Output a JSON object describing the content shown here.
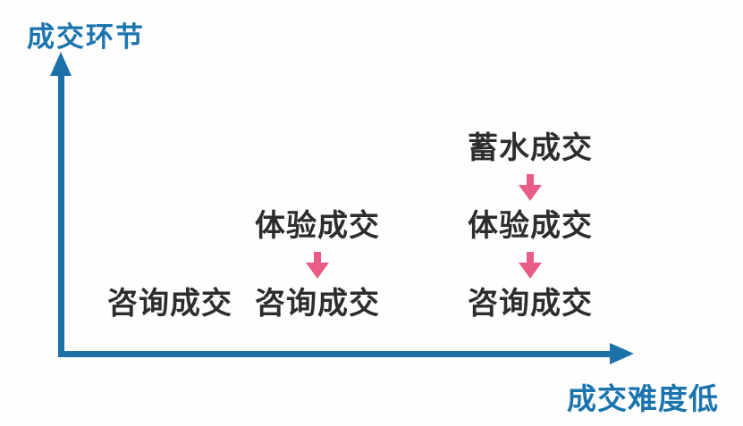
{
  "diagram": {
    "title_semantics": "transaction-funnel-axes-diagram",
    "y_axis": {
      "label": "成交环节"
    },
    "x_axis": {
      "label": "成交难度低"
    },
    "colors": {
      "axis_blue": "#1d71a9",
      "label_blue": "#1b74ad",
      "arrow_pink": "#e85c85",
      "text_dark": "#2d2d2d",
      "background": "#fefefe"
    },
    "icons": {
      "down_arrow": "down-arrow-icon",
      "y_axis_arrow": "up-arrow-head-icon",
      "x_axis_arrow": "right-arrow-head-icon"
    },
    "columns": [
      {
        "steps": [
          "咨询成交"
        ]
      },
      {
        "steps": [
          "体验成交",
          "咨询成交"
        ]
      },
      {
        "steps": [
          "蓄水成交",
          "体验成交",
          "咨询成交"
        ]
      }
    ]
  }
}
